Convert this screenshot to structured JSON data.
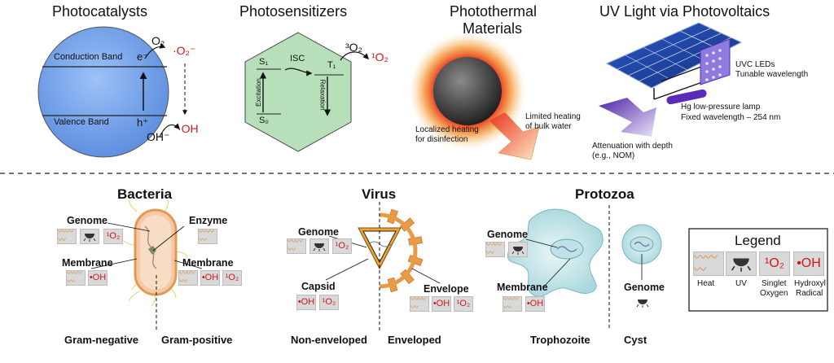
{
  "top": {
    "photocatalysts": {
      "title": "Photocatalysts",
      "conduction_band": "Conduction Band",
      "valence_band": "Valence Band",
      "electron": "e⁻",
      "hole": "h⁺",
      "o2": "O₂",
      "superoxide": "·O₂⁻",
      "hydroxide": "OH⁻",
      "hydroxyl": "·OH"
    },
    "photosensitizers": {
      "title": "Photosensitizers",
      "s1": "S₁",
      "s0": "S₀",
      "t1": "T₁",
      "isc": "ISC",
      "excitation": "Excitation",
      "relaxation": "Relaxation",
      "triplet_o2": "³O₂",
      "singlet_o2": "¹O₂"
    },
    "photothermal": {
      "title_line1": "Photothermal",
      "title_line2": "Materials",
      "localized_line1": "Localized heating",
      "localized_line2": "for disinfection",
      "limited_line1": "Limited heating",
      "limited_line2": "of bulk water"
    },
    "uv": {
      "title": "UV Light via Photovoltaics",
      "uvc_line1": "UVC LEDs",
      "uvc_line2": "Tunable wavelength",
      "hg_line1": "Hg low-pressure lamp",
      "hg_line2": "Fixed wavelength – 254 nm",
      "atten_line1": "Attenuation with depth",
      "atten_line2": "(e.g., NOM)"
    }
  },
  "bottom": {
    "bacteria": {
      "title": "Bacteria",
      "genome": "Genome",
      "enzyme": "Enzyme",
      "membrane_left": "Membrane",
      "membrane_right": "Membrane",
      "gram_negative": "Gram-negative",
      "gram_positive": "Gram-positive"
    },
    "virus": {
      "title": "Virus",
      "genome": "Genome",
      "capsid": "Capsid",
      "envelope": "Envelope",
      "non_enveloped": "Non-enveloped",
      "enveloped": "Enveloped"
    },
    "protozoa": {
      "title": "Protozoa",
      "genome": "Genome",
      "membrane": "Membrane",
      "genome_cyst": "Genome",
      "trophozoite": "Trophozoite",
      "cyst": "Cyst"
    },
    "legend": {
      "title": "Legend",
      "heat": "Heat",
      "uv": "UV",
      "singlet_line1": "Singlet",
      "singlet_line2": "Oxygen",
      "hydroxyl_line1": "Hydroxyl",
      "hydroxyl_line2": "Radical"
    },
    "tiles": {
      "heat": "〰〰〰",
      "singlet": "¹O₂",
      "hydroxyl": "•OH"
    }
  },
  "colors": {
    "sphere_blue": "#79a8ee",
    "hexagon_green": "#b7e0ba",
    "hot_red": "#e8331c",
    "panel_blue": "#1f3f9c",
    "uv_purple": "#5a2bb8",
    "radical_red": "#d01818"
  }
}
